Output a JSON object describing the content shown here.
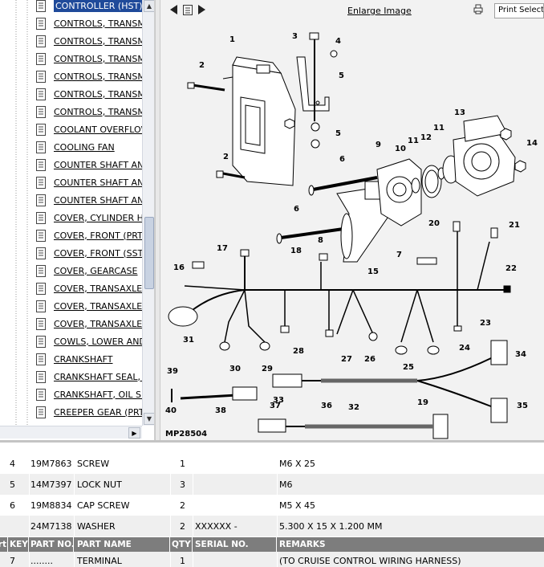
{
  "tree": {
    "items": [
      {
        "label": "CONTROLLER (HST)",
        "selected": true
      },
      {
        "label": "CONTROLS, TRANSMISSION"
      },
      {
        "label": "CONTROLS, TRANSMISSION"
      },
      {
        "label": "CONTROLS, TRANSMISSION"
      },
      {
        "label": "CONTROLS, TRANSMISSION"
      },
      {
        "label": "CONTROLS, TRANSMISSION"
      },
      {
        "label": "CONTROLS, TRANSMISSION"
      },
      {
        "label": "COOLANT OVERFLOW"
      },
      {
        "label": "COOLING FAN"
      },
      {
        "label": "COUNTER SHAFT AND"
      },
      {
        "label": "COUNTER SHAFT AND"
      },
      {
        "label": "COUNTER SHAFT AND"
      },
      {
        "label": "COVER, CYLINDER HEAD"
      },
      {
        "label": "COVER, FRONT (PRT)"
      },
      {
        "label": "COVER, FRONT (SST)"
      },
      {
        "label": "COVER, GEARCASE"
      },
      {
        "label": "COVER, TRANSAXLE F"
      },
      {
        "label": "COVER, TRANSAXLE F"
      },
      {
        "label": "COVER, TRANSAXLE F"
      },
      {
        "label": "COWLS, LOWER AND"
      },
      {
        "label": "CRANKSHAFT"
      },
      {
        "label": "CRANKSHAFT SEAL, C"
      },
      {
        "label": "CRANKSHAFT, OIL SEAL"
      },
      {
        "label": "CREEPER GEAR (PRT)"
      }
    ]
  },
  "toolbar": {
    "enlarge_label": "Enlarge Image",
    "print_selector_label": "Print Selector"
  },
  "diagram": {
    "figure_id": "MP28504",
    "callouts": [
      "1",
      "2",
      "3",
      "4",
      "5",
      "5",
      "2",
      "6",
      "9",
      "10",
      "11",
      "11",
      "12",
      "13",
      "14",
      "6",
      "8",
      "7",
      "20",
      "21",
      "17",
      "18",
      "16",
      "15",
      "22",
      "31",
      "28",
      "30",
      "29",
      "27",
      "26",
      "25",
      "24",
      "23",
      "34",
      "39",
      "33",
      "32",
      "40",
      "38",
      "37",
      "36",
      "19",
      "35"
    ]
  },
  "parts": {
    "header": {
      "ref": "rt",
      "key": "KEY",
      "part_no": "PART NO.",
      "part_name": "PART NAME",
      "qty": "QTY",
      "serial_no": "SERIAL NO.",
      "remarks": "REMARKS"
    },
    "rows_before_header": [
      {
        "key": "4",
        "part_no": "19M7863",
        "part_name": "SCREW",
        "qty": "1",
        "serial_no": "",
        "remarks": "M6 X 25"
      },
      {
        "key": "5",
        "part_no": "14M7397",
        "part_name": "LOCK NUT",
        "qty": "3",
        "serial_no": "",
        "remarks": "M6"
      },
      {
        "key": "6",
        "part_no": "19M8834",
        "part_name": "CAP SCREW",
        "qty": "2",
        "serial_no": "",
        "remarks": "M5 X 45"
      },
      {
        "key": "",
        "part_no": "24M7138",
        "part_name": "WASHER",
        "qty": "2",
        "serial_no": "XXXXXX -",
        "remarks": "5.300 X 15 X 1.200 MM"
      }
    ],
    "rows_after_header": [
      {
        "key": "7",
        "part_no": "........",
        "part_name": "TERMINAL",
        "qty": "1",
        "serial_no": "",
        "remarks": "(TO CRUISE CONTROL WIRING HARNESS)"
      }
    ]
  }
}
